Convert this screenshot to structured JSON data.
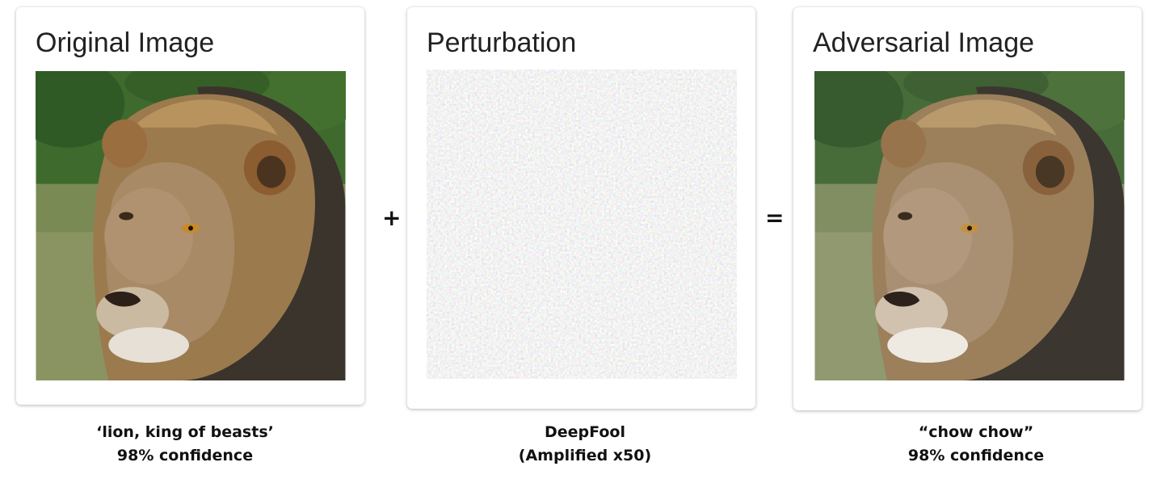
{
  "panels": {
    "original": {
      "title": "Original Image",
      "label": "‘lion, king of beasts’",
      "confidence": "98% confidence"
    },
    "perturbation": {
      "title": "Perturbation",
      "method": "DeepFool",
      "note": "(Amplified x50)"
    },
    "adversarial": {
      "title": "Adversarial Image",
      "label": "“chow chow”",
      "confidence": "98% confidence"
    }
  },
  "operators": {
    "plus": "+",
    "equals": "="
  }
}
